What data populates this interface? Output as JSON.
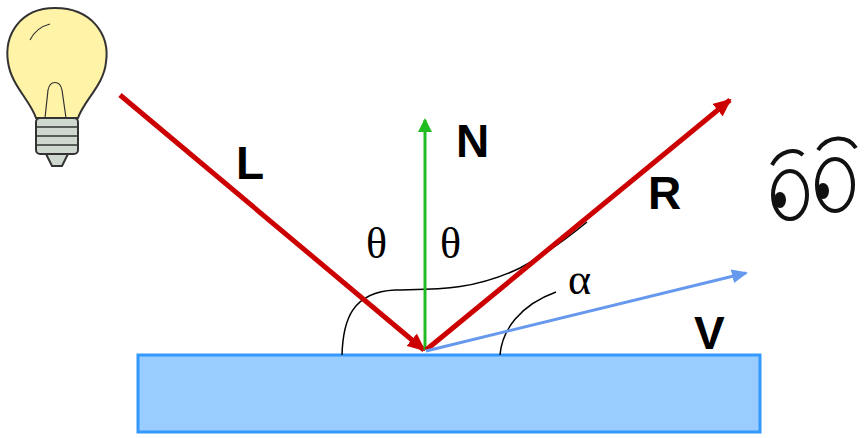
{
  "diagram": {
    "labels": [
      "L",
      "N",
      "θ",
      "θ",
      "R",
      "α",
      "V"
    ]
  }
}
